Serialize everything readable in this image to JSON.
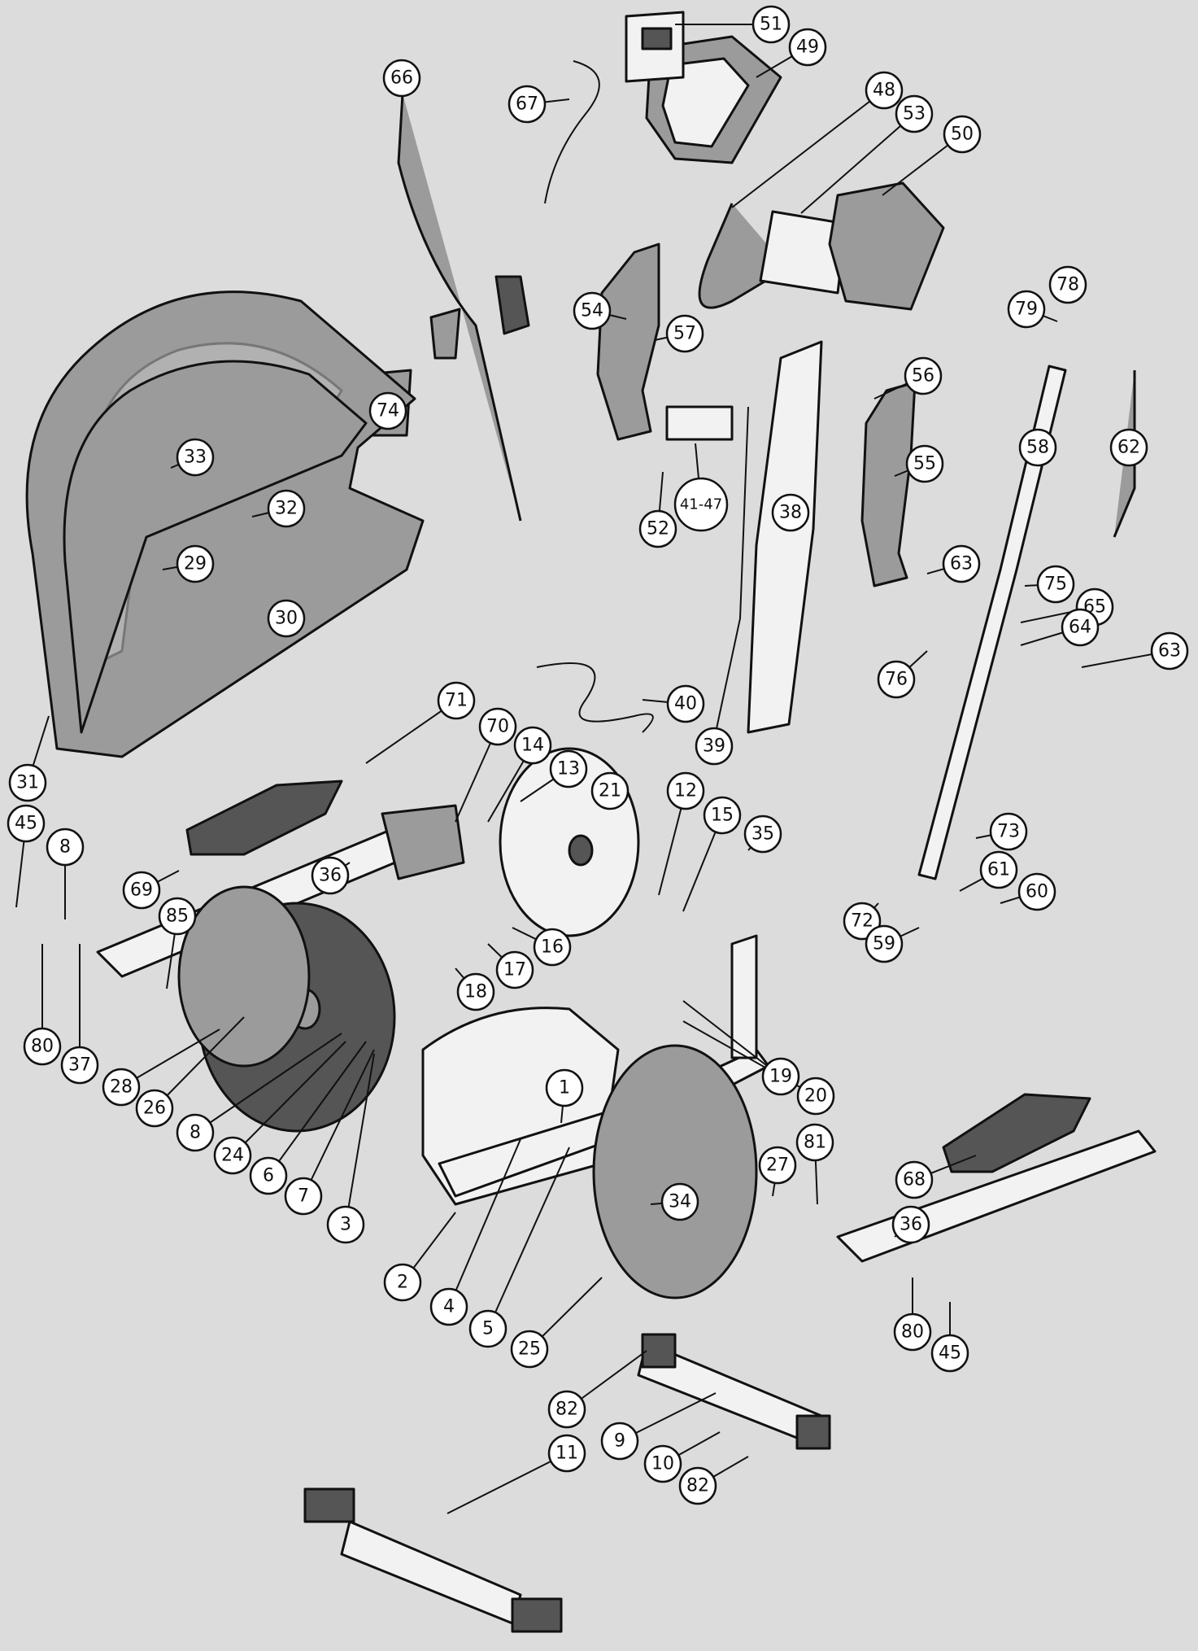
{
  "diagram": {
    "type": "exploded-parts-view",
    "colors": {
      "background": "#dcdcdc",
      "part_fill": "#9b9b9b",
      "part_light": "#f2f2f2",
      "line": "#111111",
      "callout_fill": "#ffffff"
    },
    "callouts": [
      {
        "label": "51"
      },
      {
        "label": "49"
      },
      {
        "label": "66"
      },
      {
        "label": "67"
      },
      {
        "label": "48"
      },
      {
        "label": "53"
      },
      {
        "label": "50"
      },
      {
        "label": "78"
      },
      {
        "label": "79"
      },
      {
        "label": "54"
      },
      {
        "label": "57"
      },
      {
        "label": "56"
      },
      {
        "label": "74"
      },
      {
        "label": "58"
      },
      {
        "label": "62"
      },
      {
        "label": "33"
      },
      {
        "label": "32"
      },
      {
        "label": "55"
      },
      {
        "label": "41-47"
      },
      {
        "label": "38"
      },
      {
        "label": "29"
      },
      {
        "label": "52"
      },
      {
        "label": "63"
      },
      {
        "label": "75"
      },
      {
        "label": "30"
      },
      {
        "label": "65"
      },
      {
        "label": "64"
      },
      {
        "label": "63"
      },
      {
        "label": "76"
      },
      {
        "label": "40"
      },
      {
        "label": "31"
      },
      {
        "label": "71"
      },
      {
        "label": "70"
      },
      {
        "label": "39"
      },
      {
        "label": "14"
      },
      {
        "label": "13"
      },
      {
        "label": "21"
      },
      {
        "label": "12"
      },
      {
        "label": "15"
      },
      {
        "label": "35"
      },
      {
        "label": "45"
      },
      {
        "label": "8"
      },
      {
        "label": "73"
      },
      {
        "label": "36"
      },
      {
        "label": "61"
      },
      {
        "label": "69"
      },
      {
        "label": "60"
      },
      {
        "label": "85"
      },
      {
        "label": "72"
      },
      {
        "label": "16"
      },
      {
        "label": "59"
      },
      {
        "label": "17"
      },
      {
        "label": "80"
      },
      {
        "label": "37"
      },
      {
        "label": "18"
      },
      {
        "label": "28"
      },
      {
        "label": "20"
      },
      {
        "label": "26"
      },
      {
        "label": "19"
      },
      {
        "label": "1"
      },
      {
        "label": "8"
      },
      {
        "label": "81"
      },
      {
        "label": "27"
      },
      {
        "label": "24"
      },
      {
        "label": "68"
      },
      {
        "label": "6"
      },
      {
        "label": "34"
      },
      {
        "label": "7"
      },
      {
        "label": "36"
      },
      {
        "label": "3"
      },
      {
        "label": "2"
      },
      {
        "label": "4"
      },
      {
        "label": "80"
      },
      {
        "label": "5"
      },
      {
        "label": "45"
      },
      {
        "label": "25"
      },
      {
        "label": "82"
      },
      {
        "label": "9"
      },
      {
        "label": "10"
      },
      {
        "label": "11"
      },
      {
        "label": "82"
      }
    ]
  }
}
